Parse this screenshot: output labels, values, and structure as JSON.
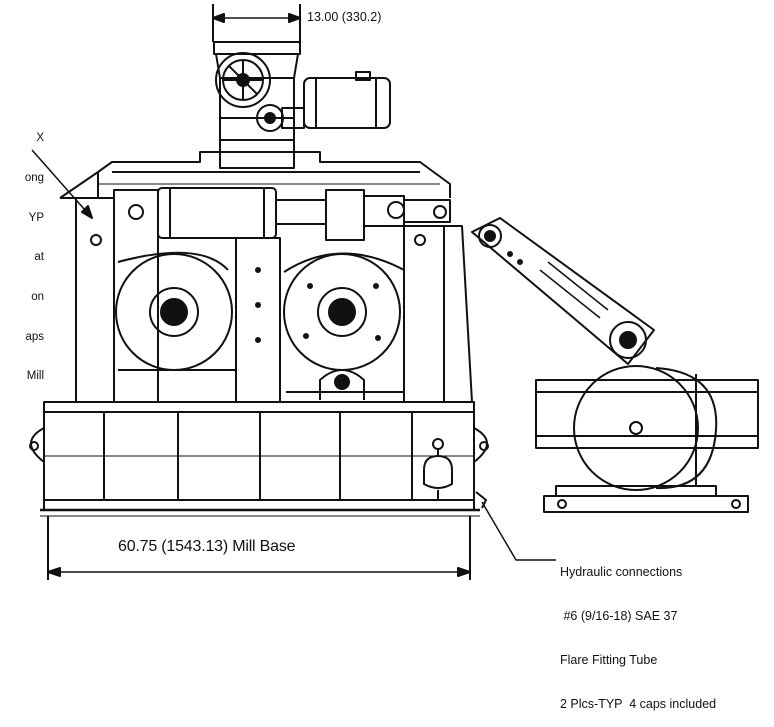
{
  "dimensions": {
    "top_width": "13.00 (330.2)",
    "mill_base": "60.75 (1543.13) Mill Base"
  },
  "callout_left": {
    "lines": [
      "X",
      "ong",
      "YP",
      "at",
      "on",
      "aps",
      "Mill"
    ]
  },
  "callout_right": {
    "lines": [
      "Hydraulic connections",
      " #6 (9/16-18) SAE 37",
      "Flare Fitting Tube",
      "2 Plcs-TYP  4 caps included"
    ]
  },
  "colors": {
    "ink": "#111111",
    "paper": "#ffffff"
  }
}
